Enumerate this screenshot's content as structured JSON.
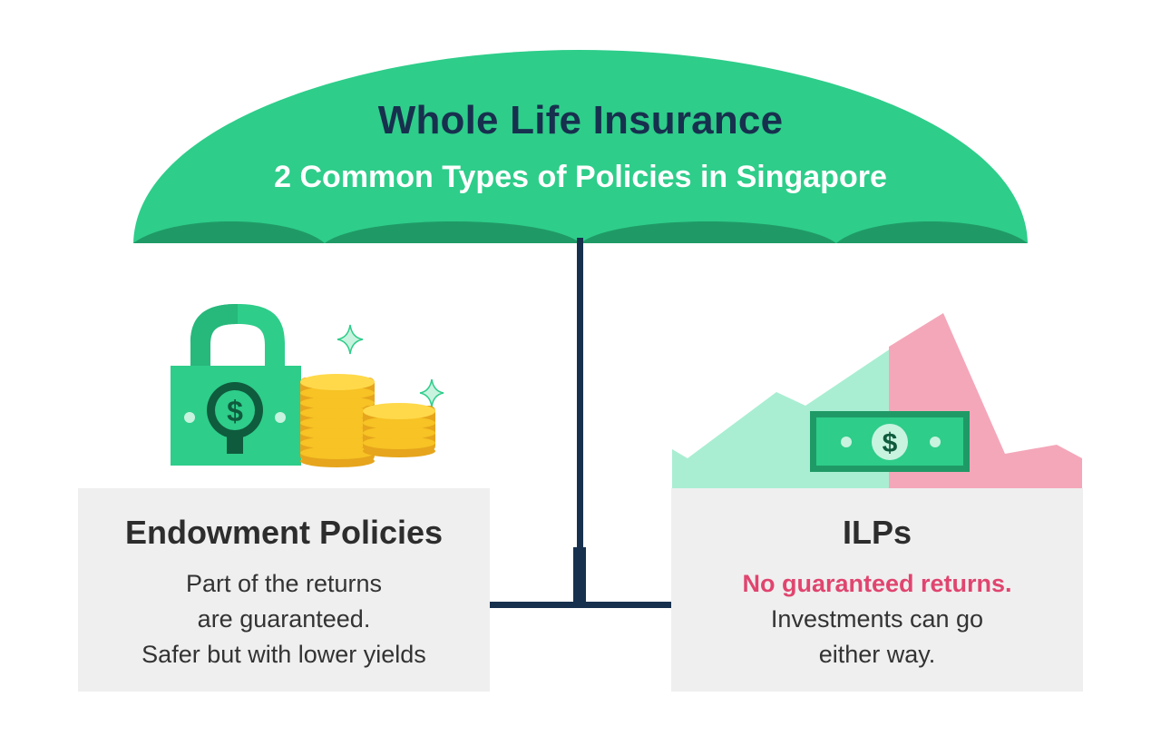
{
  "header": {
    "title": "Whole Life Insurance",
    "subtitle": "2 Common Types of Policies in Singapore"
  },
  "left_card": {
    "title": "Endowment Policies",
    "lines": [
      "Part of the returns",
      "are guaranteed.",
      "Safer but with lower yields"
    ]
  },
  "right_card": {
    "title": "ILPs",
    "highlight": "No guaranteed returns.",
    "lines": [
      "Investments can go",
      "either way."
    ]
  },
  "icons": {
    "left": [
      "padlock-dollar-icon",
      "coin-stacks-icon",
      "sparkle-icon"
    ],
    "right": [
      "investment-chart-icon",
      "banknote-dollar-icon"
    ],
    "umbrella": "umbrella-icon"
  },
  "colors": {
    "umbrella_green": "#2ecd8a",
    "umbrella_dark": "#1f9a66",
    "navy": "#17304e",
    "coin_gold": "#f7c325",
    "chart_mint": "#a9eed2",
    "chart_pink": "#f4a7b9",
    "warning_pink": "#e0456f",
    "card_gray": "#efefef"
  }
}
